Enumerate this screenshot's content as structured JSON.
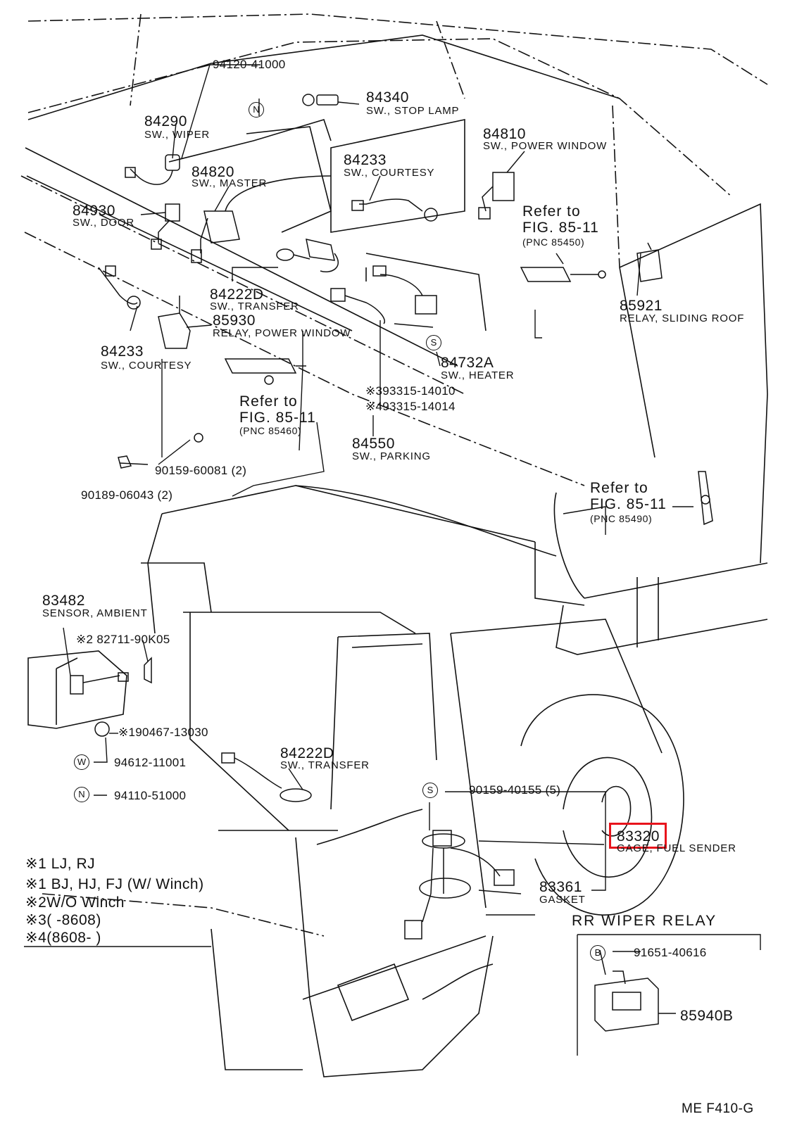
{
  "parts": {
    "p94120": {
      "number": "94120-41000"
    },
    "p84340": {
      "number": "84340",
      "name": "SW., STOP  LAMP"
    },
    "p84290": {
      "number": "84290",
      "name": "SW., WIPER"
    },
    "p84810": {
      "number": "84810",
      "name": "SW., POWER WINDOW"
    },
    "p84233a": {
      "number": "84233",
      "name": "SW., COURTESY"
    },
    "p84820": {
      "number": "84820",
      "name": "SW., MASTER"
    },
    "p84930": {
      "number": "84930",
      "name": "SW., DOOR"
    },
    "p84222a": {
      "number": "84222D",
      "name": "SW., TRANSFER"
    },
    "p85930": {
      "number": "85930",
      "name": "RELAY, POWER WINDOW"
    },
    "p85921": {
      "number": "85921",
      "name": "RELAY, SLIDING ROOF"
    },
    "p84233b": {
      "number": "84233",
      "name": "SW., COURTESY"
    },
    "p84732": {
      "number": "84732A",
      "name": "SW., HEATER"
    },
    "p93315a": {
      "number": "※393315-14010"
    },
    "p93315b": {
      "number": "※493315-14014"
    },
    "p84550": {
      "number": "84550",
      "name": "SW., PARKING"
    },
    "p90159a": {
      "number": "90159-60081 (2)"
    },
    "p90189": {
      "number": "90189-06043 (2)"
    },
    "p83482": {
      "number": "83482",
      "name": "SENSOR, AMBIENT"
    },
    "p82711": {
      "number": "※2 82711-90K05"
    },
    "p90467": {
      "number": "※190467-13030"
    },
    "p94612": {
      "number": "94612-11001"
    },
    "p94110": {
      "number": "94110-51000"
    },
    "p84222b": {
      "number": "84222D",
      "name": "SW., TRANSFER"
    },
    "p90159b": {
      "number": "90159-40155 (5)"
    },
    "p83320": {
      "number": "83320",
      "name": "GAGE, FUEL SENDER"
    },
    "p83361": {
      "number": "83361",
      "name": "GASKET"
    },
    "p91651": {
      "number": "91651-40616"
    },
    "p85940": {
      "number": "85940B"
    }
  },
  "refs": {
    "r1": {
      "line1": "Refer to",
      "line2": "FIG. 85-11",
      "line3": "(PNC 85450)"
    },
    "r2": {
      "line1": "Refer to",
      "line2": "FIG. 85-11",
      "line3": "(PNC 85460)"
    },
    "r3": {
      "line1": "Refer to",
      "line2": "FIG. 85-11",
      "line3": "(PNC 85490)"
    }
  },
  "circles": {
    "n1": "N",
    "s1": "S",
    "w1": "W",
    "n2": "N",
    "s2": "S",
    "b1": "B"
  },
  "legend": [
    "※1 LJ, RJ",
    "※1 BJ, HJ, FJ (W/ Winch)",
    "※2W/O Winch",
    "※3(        -8608)",
    "※4(8608-        )"
  ],
  "section_title": "RR  WIPER  RELAY",
  "figure_code": "ME  F410-G",
  "highlight_color": "#e8141c"
}
